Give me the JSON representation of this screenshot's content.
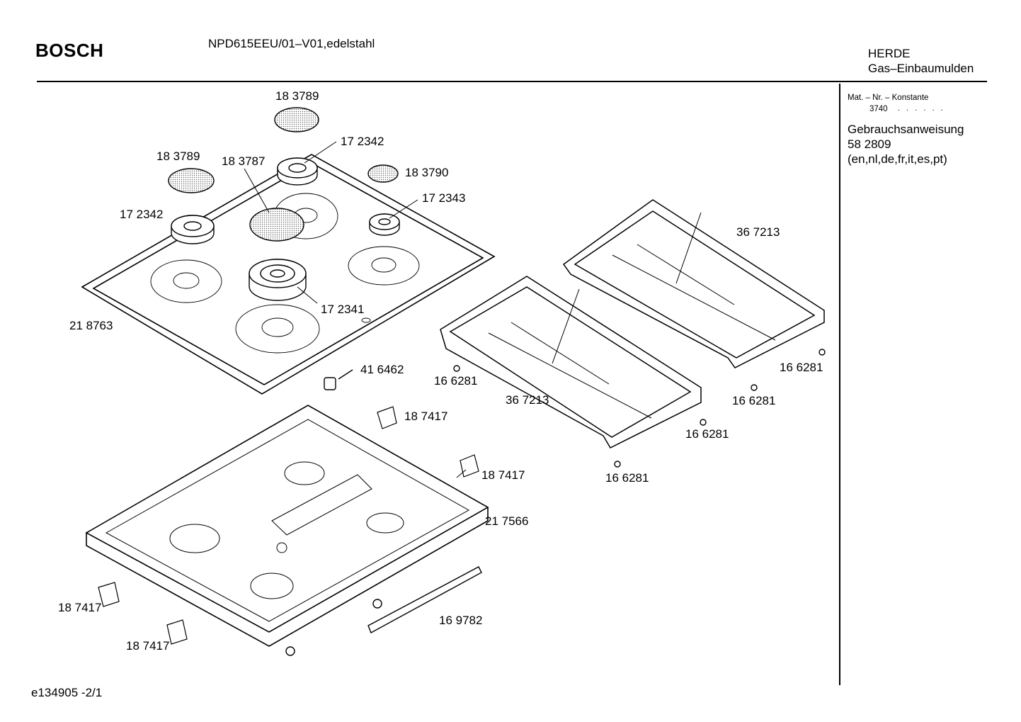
{
  "header": {
    "brand": "BOSCH",
    "model": "NPD615EEU/01–V01,edelstahl",
    "category_line1": "HERDE",
    "category_line2": "Gas–Einbaumulden"
  },
  "sidebar": {
    "mat_label": "Mat. – Nr. – Konstante",
    "konstante": "3740",
    "dots": ". . . . . .",
    "manual_title": "Gebrauchsanweisung",
    "manual_number": "58 2809",
    "manual_languages": "(en,nl,de,fr,it,es,pt)"
  },
  "footer": {
    "diagram_id": "e134905  -2/1"
  },
  "parts": [
    {
      "id": "p-cap-top",
      "number": "18 3789"
    },
    {
      "id": "p-burner-top",
      "number": "17 2342"
    },
    {
      "id": "p-cap-left",
      "number": "18 3789"
    },
    {
      "id": "p-cap-center",
      "number": "18 3787"
    },
    {
      "id": "p-cap-right",
      "number": "18 3790"
    },
    {
      "id": "p-burner-small",
      "number": "17 2343"
    },
    {
      "id": "p-burner-left",
      "number": "17 2342"
    },
    {
      "id": "p-grate-back",
      "number": "36 7213"
    },
    {
      "id": "p-burner-wok",
      "number": "17 2341"
    },
    {
      "id": "p-hob-frame",
      "number": "21 8763"
    },
    {
      "id": "p-knob-cap",
      "number": "41 6462"
    },
    {
      "id": "p-foot-1",
      "number": "16 6281"
    },
    {
      "id": "p-grate-front",
      "number": "36 7213"
    },
    {
      "id": "p-foot-2",
      "number": "16 6281"
    },
    {
      "id": "p-foot-3",
      "number": "16 6281"
    },
    {
      "id": "p-foot-4",
      "number": "16 6281"
    },
    {
      "id": "p-foot-5",
      "number": "16 6281"
    },
    {
      "id": "p-clip-1",
      "number": "18 7417"
    },
    {
      "id": "p-clip-2",
      "number": "18 7417"
    },
    {
      "id": "p-tray",
      "number": "21 7566"
    },
    {
      "id": "p-clip-3",
      "number": "18 7417"
    },
    {
      "id": "p-seal",
      "number": "16 9782"
    },
    {
      "id": "p-clip-4",
      "number": "18 7417"
    }
  ]
}
